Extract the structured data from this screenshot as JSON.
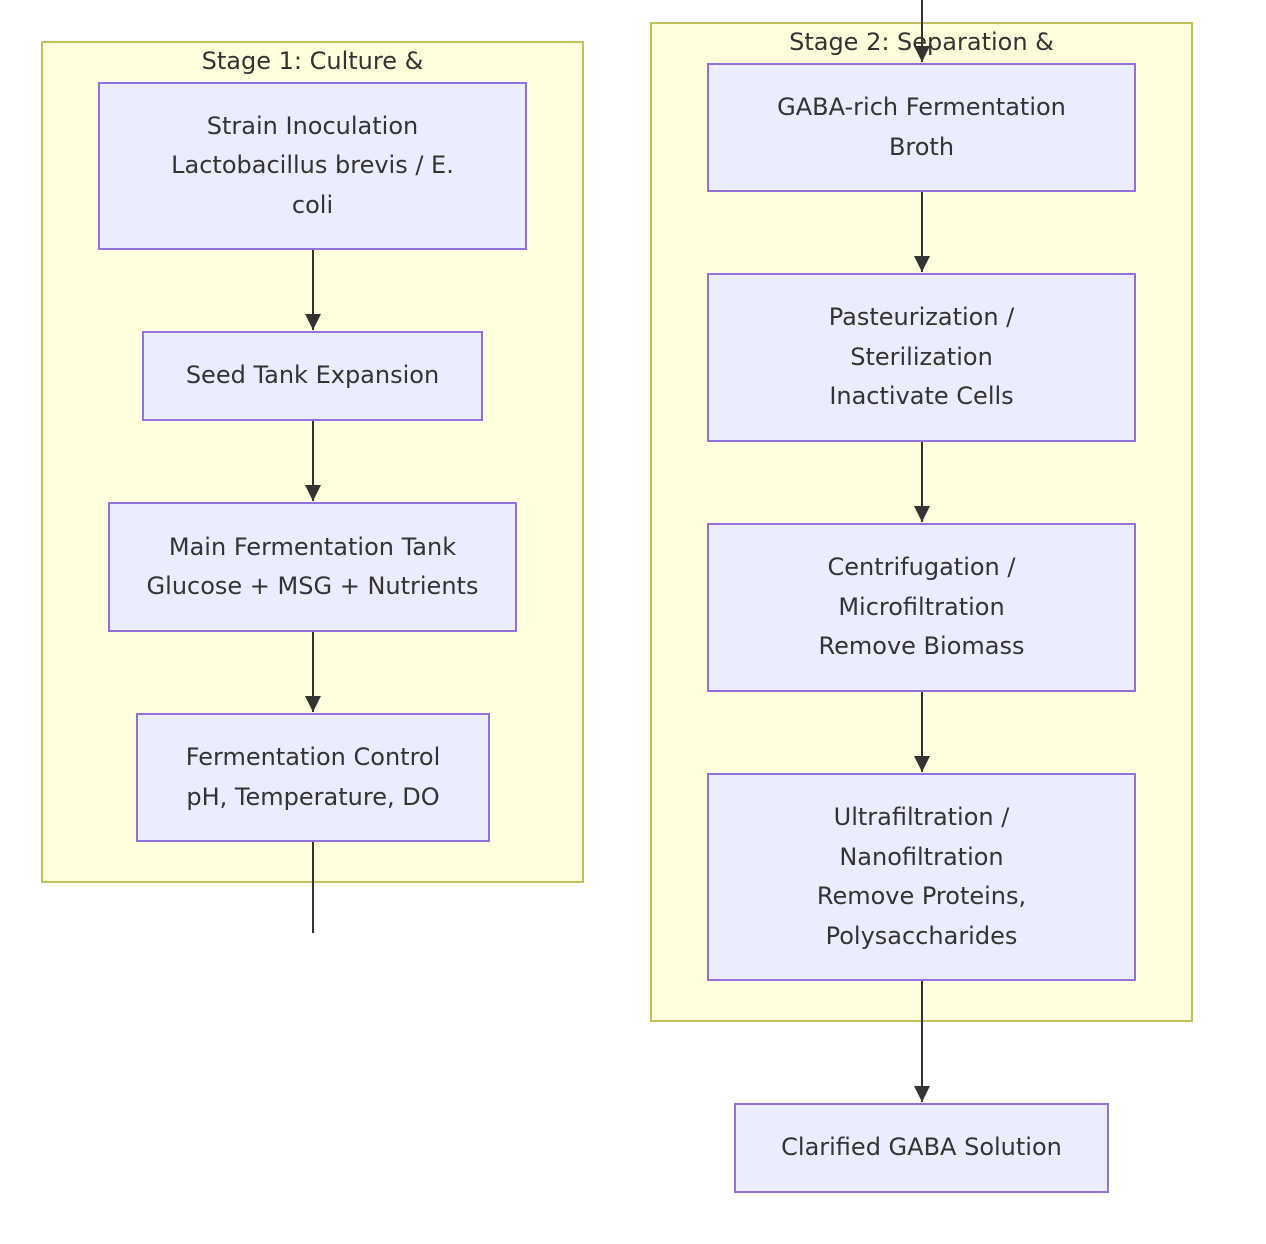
{
  "stages": {
    "stage1": {
      "title": "Stage 1: Culture &"
    },
    "stage2": {
      "title": "Stage 2: Separation &"
    }
  },
  "nodes": {
    "strain_inoculation": {
      "lines": [
        "Strain Inoculation",
        "Lactobacillus brevis / E.",
        "coli"
      ]
    },
    "seed_tank": {
      "lines": [
        "Seed Tank Expansion"
      ]
    },
    "main_fermentation": {
      "lines": [
        "Main Fermentation Tank",
        "Glucose + MSG + Nutrients"
      ]
    },
    "fermentation_control": {
      "lines": [
        "Fermentation Control",
        "pH, Temperature, DO"
      ]
    },
    "gaba_broth": {
      "lines": [
        "GABA-rich Fermentation",
        "Broth"
      ]
    },
    "pasteurization": {
      "lines": [
        "Pasteurization /",
        "Sterilization",
        "Inactivate Cells"
      ]
    },
    "centrifugation": {
      "lines": [
        "Centrifugation /",
        "Microfiltration",
        "Remove Biomass"
      ]
    },
    "ultrafiltration": {
      "lines": [
        "Ultrafiltration /",
        "Nanofiltration",
        "Remove Proteins,",
        "Polysaccharides"
      ]
    },
    "clarified_solution": {
      "lines": [
        "Clarified GABA Solution"
      ]
    }
  },
  "colors": {
    "node_fill": "#ececff",
    "node_border": "#9370db",
    "cluster_fill": "#ffffde",
    "cluster_border": "#c2c25c",
    "edge": "#333333"
  }
}
